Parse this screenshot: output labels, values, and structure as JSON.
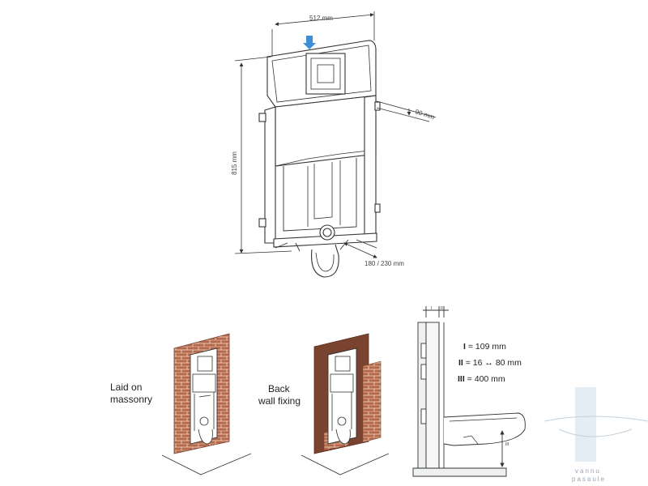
{
  "dimensions": {
    "width": "512 mm",
    "height": "815 mm",
    "depth": "90 mm",
    "base": "180 / 230 mm"
  },
  "installations": {
    "masonry_label_line1": "Laid on",
    "masonry_label_line2": "massonry",
    "wall_label_line1": "Back",
    "wall_label_line2": "wall fixing"
  },
  "specs": [
    {
      "num": "I",
      "text": " = 109 mm"
    },
    {
      "num": "II",
      "text": " = 16 ↔ 80 mm"
    },
    {
      "num": "III",
      "text": " = 400 mm"
    }
  ],
  "section_labels": {
    "top": [
      "I",
      "II"
    ],
    "side": "III"
  },
  "watermark": {
    "line1": "vannu",
    "line2": "pasaule"
  },
  "colors": {
    "line": "#333333",
    "brick": "#b5694a",
    "brick_mortar": "#e7c7b5",
    "wall_dark": "#7a4330",
    "arrow_blue": "#3c8fd6",
    "watermark": "#b8c6d6"
  }
}
